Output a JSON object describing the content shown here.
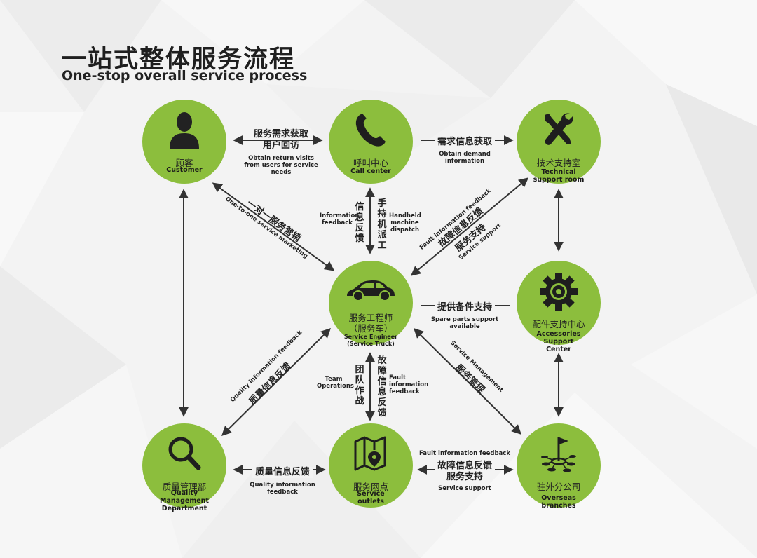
{
  "header": {
    "title_cn": "一站式整体服务流程",
    "title_en": "One-stop overall service process"
  },
  "nodes": {
    "customer": {
      "cn": "顾客",
      "en": "Customer"
    },
    "call_center": {
      "cn": "呼叫中心",
      "en": "Call center"
    },
    "tech_room": {
      "cn": "技术支持室",
      "en1": "Technical",
      "en2": "support room"
    },
    "engineer": {
      "cn1": "服务工程师",
      "cn2": "（服务车）",
      "en1": "Service Engineer",
      "en2": "(Service Truck)"
    },
    "accessories": {
      "cn": "配件支持中心",
      "en1": "Accessories",
      "en2": "Support",
      "en3": "Center"
    },
    "quality": {
      "cn": "质量管理部",
      "en1": "Quality",
      "en2": "Management",
      "en3": "Department"
    },
    "outlets": {
      "cn": "服务网点",
      "en1": "Service",
      "en2": "outlets"
    },
    "overseas": {
      "cn": "驻外分公司",
      "en1": "Overseas",
      "en2": "branches"
    }
  },
  "labels": {
    "cust_call_cn1": "服务需求获取",
    "cust_call_cn2": "用户回访",
    "cust_call_en1": "Obtain return visits",
    "cust_call_en2": "from users for service",
    "cust_call_en3": "needs",
    "call_tech_cn": "需求信息获取",
    "call_tech_en": "Obtain demand information",
    "info_feedback_cn": "信息反馈",
    "info_feedback_en1": "Information",
    "info_feedback_en2": "feedback",
    "handheld_cn": "手持机派工",
    "handheld_en1": "Handheld",
    "handheld_en2": "machine",
    "handheld_en3": "dispatch",
    "one_to_one_cn": "一对一服务营销",
    "one_to_one_en": "One-to-one service marketing",
    "fault_tech_en": "Fault information feedback",
    "fault_tech_cn1": "故障信息反馈",
    "fault_tech_cn2": "服务支持",
    "fault_tech_en2": "Service support",
    "spare_cn": "提供备件支持",
    "spare_en": "Spare parts support available",
    "quality_fb_en": "Quality information feedback",
    "quality_fb_cn": "质量信息反馈",
    "team_cn": "团队作战",
    "team_en1": "Team",
    "team_en2": "Operations",
    "fault_out_cn": "故障信息反馈",
    "fault_out_en1": "Fault",
    "fault_out_en2": "information",
    "fault_out_en3": "feedback",
    "svc_mgmt_en": "Service Management",
    "svc_mgmt_cn": "服务管理",
    "q_out_cn": "质量信息反馈",
    "q_out_en": "Quality information feedback",
    "out_over_en1": "Fault information feedback",
    "out_over_cn1": "故障信息反馈",
    "out_over_cn2": "服务支持",
    "out_over_en2": "Service support"
  },
  "colors": {
    "node_green": "#8cbe3d",
    "arrow": "#333333",
    "background": "#f3f3f3"
  }
}
